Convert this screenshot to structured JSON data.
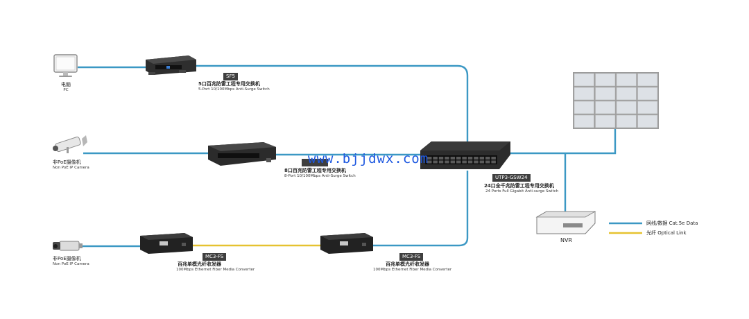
{
  "colors": {
    "cable": "#3b98c4",
    "fiber": "#e6c230",
    "device": "#2b2b2b",
    "screen": "#dde1e6"
  },
  "endpoints": {
    "pc": {
      "cn": "电脑",
      "en": "PC",
      "icon": "monitor-icon"
    },
    "cam1": {
      "cn": "非PoE摄像机",
      "en": "Non PoE IP Camera",
      "icon": "bullet-camera-icon"
    },
    "cam2": {
      "cn": "非PoE摄像机",
      "en": "Non PoE IP Camera",
      "icon": "box-camera-icon"
    },
    "nvr": {
      "label": "NVR",
      "icon": "nvr-icon"
    },
    "videowall": {
      "icon": "video-wall-icon"
    }
  },
  "devices": {
    "sf5": {
      "tag": "SF5",
      "cn": "5口百兆防雷工程专用交换机",
      "en": "5-Port 10/100Mbps Anti-Surge Switch"
    },
    "sf8": {
      "tag": "",
      "cn": "8口百兆防雷工程专用交换机",
      "en": "8-Port 10/100Mbps Anti-Surge Switch"
    },
    "core": {
      "tag": "UTP3-GSW24",
      "cn": "24口全千兆防雷工程专用交换机",
      "en": "24 Ports Full Gigabit Anti-surge Switch"
    },
    "mc_left": {
      "tag": "MC3-FS",
      "cn": "百兆单模光纤收发器",
      "en": "100Mbps Ethernet Fiber Media Converter"
    },
    "mc_right": {
      "tag": "MC3-FS",
      "cn": "百兆单模光纤收发器",
      "en": "100Mbps Ethernet Fiber Media Converter"
    }
  },
  "legend": [
    {
      "name": "cable",
      "label": "网线/数据 Cat.5e Data"
    },
    {
      "name": "fiber",
      "label": "光纤 Optical Link"
    }
  ],
  "watermark": "www.bjjdwx.com"
}
